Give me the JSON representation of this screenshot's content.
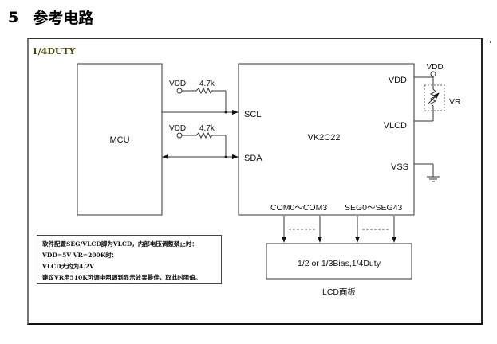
{
  "heading": {
    "number": "5",
    "title": "参考电路"
  },
  "diagram": {
    "mode_label": "1/4DUTY",
    "mcu": {
      "label": "MCU"
    },
    "driver_ic": {
      "label": "VK2C22",
      "pins_left": [
        "SCL",
        "SDA"
      ],
      "pins_right": [
        "VDD",
        "VLCD",
        "VSS"
      ],
      "pins_bottom": [
        "COM0～COM3",
        "SEG0～SEG43"
      ]
    },
    "pullups": [
      {
        "supply": "VDD",
        "resistor": "4.7k",
        "net": "SCL"
      },
      {
        "supply": "VDD",
        "resistor": "4.7k",
        "net": "SDA"
      }
    ],
    "supply_top": "VDD",
    "variable_resistor": "VR",
    "lcd_panel": {
      "text": "1/2 or 1/3Bias,1/4Duty",
      "caption": "LCD面板"
    },
    "note_lines": [
      "软件配置SEG/VLCD脚为VLCD，内部电压调整禁止时：",
      "VDD=5V VR=200K时：",
      "VLCD大约为4.2V",
      "建议VR用510K可调电阻调到显示效果最佳，取此时阻值。"
    ]
  }
}
